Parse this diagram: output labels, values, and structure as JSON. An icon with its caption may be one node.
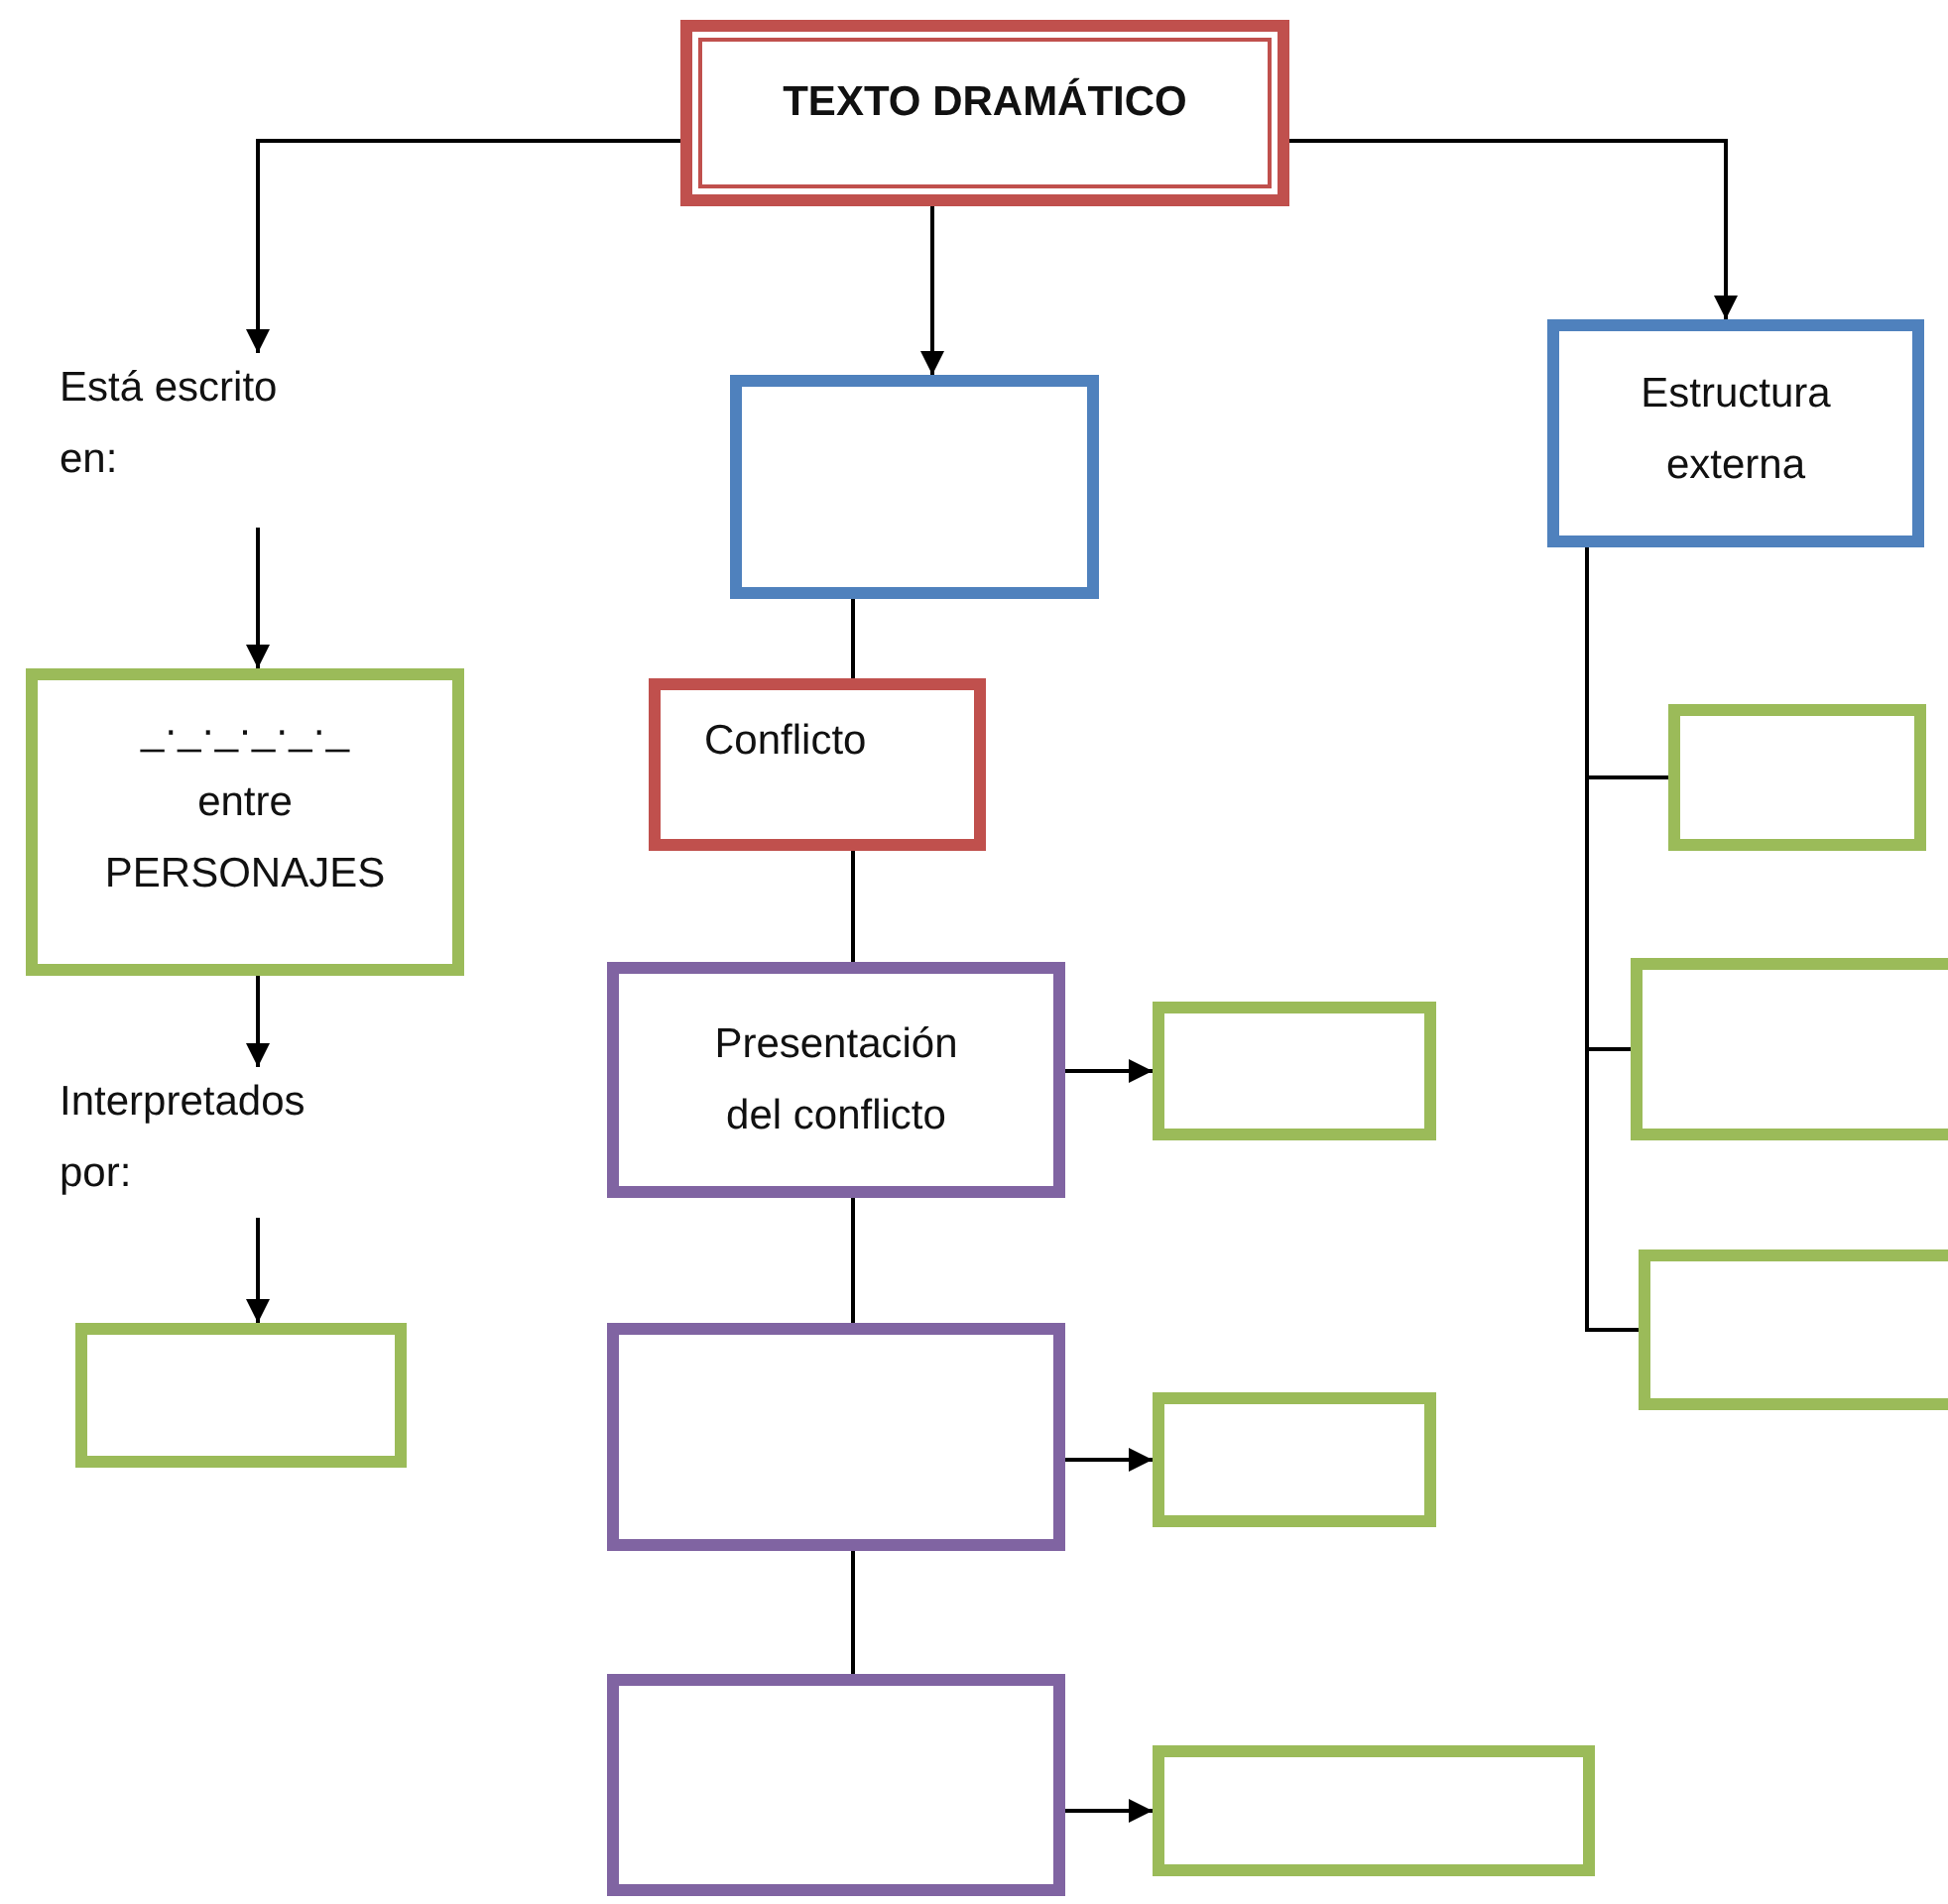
{
  "diagram": {
    "nodes": [
      {
        "text": [
          "TEXTO DRAMÁTICO"
        ]
      },
      {
        "text": [
          "Está escrito en:"
        ]
      },
      {
        "text": [
          "_·_·_·_·_·_ entre PERSONAJES"
        ]
      },
      {
        "text": [
          "Interpretados por:"
        ]
      },
      {
        "text": [],
        "shape": "box"
      },
      {
        "text": [],
        "shape": "box"
      },
      {
        "text": [
          "Conflicto"
        ]
      },
      {
        "text": [
          "Presentación del conflicto"
        ]
      },
      {
        "text": [],
        "shape": "box"
      },
      {
        "text": [],
        "shape": "box"
      },
      {
        "text": [],
        "shape": "box"
      },
      {
        "text": [],
        "shape": "box"
      },
      {
        "text": [],
        "shape": "box"
      },
      {
        "text": [
          "Estructura externa"
        ]
      },
      {
        "text": [],
        "shape": "box"
      },
      {
        "text": [],
        "shape": "box"
      },
      {
        "text": [],
        "shape": "box"
      }
    ],
    "edges": [
      {
        "from": 0,
        "to": 1,
        "arrow": "to"
      },
      {
        "from": 0,
        "to": 5,
        "arrow": "to"
      },
      {
        "from": 0,
        "to": 13,
        "arrow": "to"
      },
      {
        "from": 1,
        "to": 2,
        "arrow": "to"
      },
      {
        "from": 2,
        "to": 3,
        "arrow": "to"
      },
      {
        "from": 3,
        "to": 4,
        "arrow": "to"
      },
      {
        "from": 5,
        "to": 6,
        "arrow": "none"
      },
      {
        "from": 6,
        "to": 7,
        "arrow": "none"
      },
      {
        "from": 7,
        "to": 9,
        "arrow": "none"
      },
      {
        "from": 9,
        "to": 11,
        "arrow": "none"
      },
      {
        "from": 7,
        "to": 8,
        "arrow": "to"
      },
      {
        "from": 9,
        "to": 10,
        "arrow": "to"
      },
      {
        "from": 11,
        "to": 12,
        "arrow": "to"
      },
      {
        "from": 13,
        "to": 14,
        "arrow": "none"
      },
      {
        "from": 13,
        "to": 15,
        "arrow": "none"
      },
      {
        "from": 13,
        "to": 16,
        "arrow": "none"
      }
    ]
  }
}
